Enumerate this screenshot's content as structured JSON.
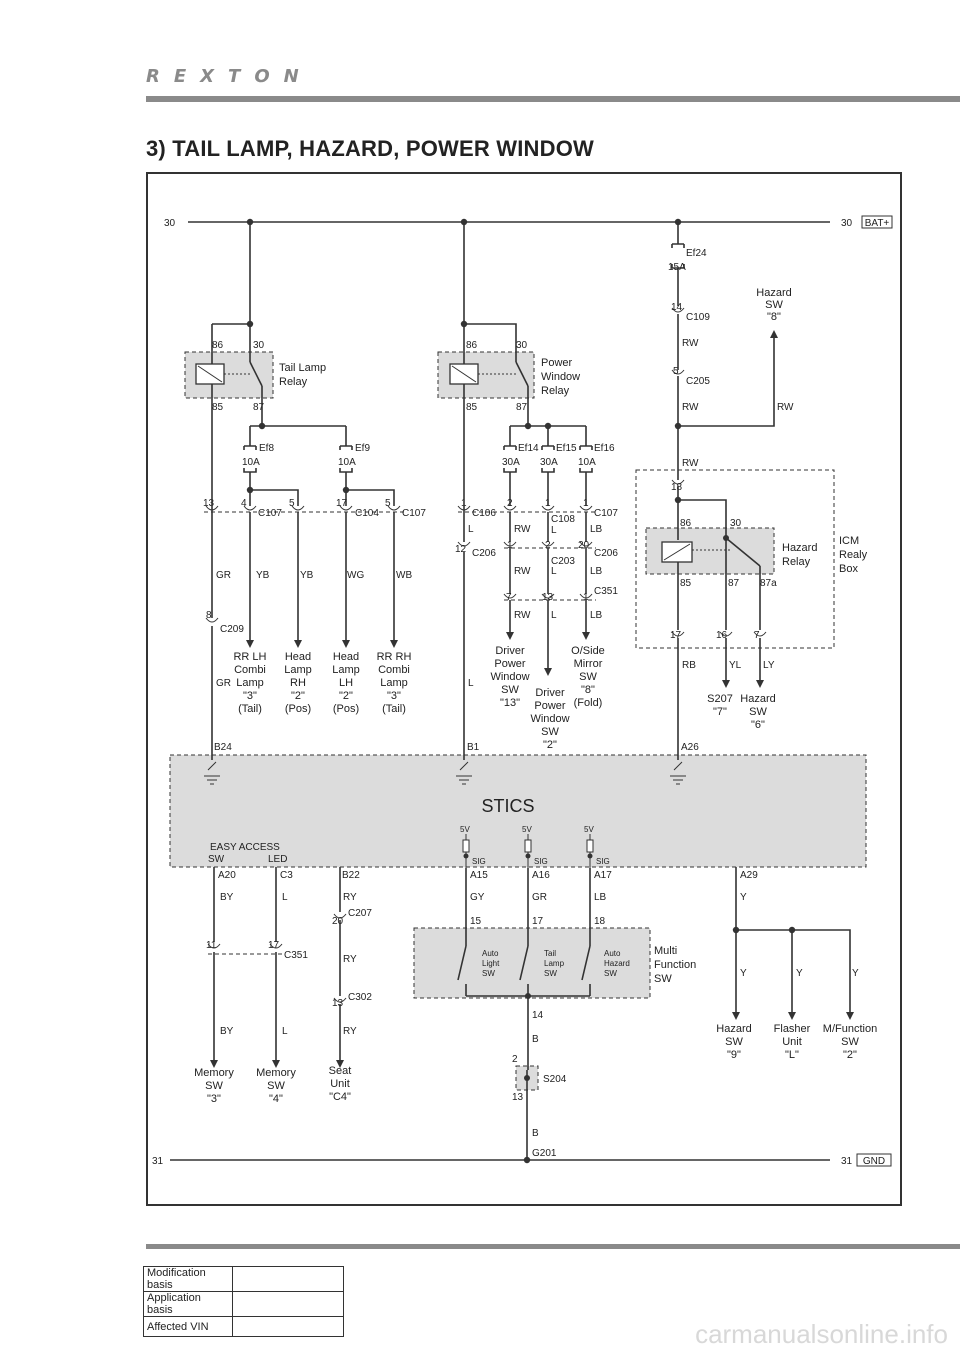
{
  "header": {
    "brand": "REXTON",
    "title": "3) TAIL LAMP, HAZARD, POWER WINDOW"
  },
  "rails": {
    "top_left": "30",
    "top_right": "30",
    "top_tag": "BAT+",
    "bot_left": "31",
    "bot_right": "31",
    "bot_tag": "GND",
    "ground": "G201"
  },
  "tail_relay": {
    "name1": "Tail Lamp",
    "name2": "Relay",
    "p86": "86",
    "p30": "30",
    "p85": "85",
    "p87": "87"
  },
  "pw_relay": {
    "name1": "Power",
    "name2": "Window",
    "name3": "Relay",
    "p86": "86",
    "p30": "30",
    "p85": "85",
    "p87": "87"
  },
  "hazard_relay": {
    "name1": "Hazard",
    "name2": "Relay",
    "p86": "86",
    "p30": "30",
    "p85": "85",
    "p87": "87",
    "p87a": "87a"
  },
  "icm": {
    "l1": "ICM",
    "l2": "Realy",
    "l3": "Box"
  },
  "fuses": {
    "ef8": {
      "name": "Ef8",
      "rating": "10A"
    },
    "ef9": {
      "name": "Ef9",
      "rating": "10A"
    },
    "ef14": {
      "name": "Ef14",
      "rating": "30A"
    },
    "ef15": {
      "name": "Ef15",
      "rating": "30A"
    },
    "ef16": {
      "name": "Ef16",
      "rating": "10A"
    },
    "ef24": {
      "name": "Ef24",
      "rating": "15A"
    }
  },
  "connectors": {
    "c107": "C107",
    "c104": "C104",
    "c209": "C209",
    "c106": "C106",
    "c108": "C108",
    "c206": "C206",
    "c203": "C203",
    "c351": "C351",
    "c109": "C109",
    "c205": "C205",
    "c207": "C207",
    "c302": "C302",
    "s204": "S204",
    "s207": "S207"
  },
  "pins": {
    "p13": "13",
    "p4": "4",
    "p5": "5",
    "p17": "17",
    "p5b": "5",
    "p8": "8",
    "p1": "1",
    "p2": "2",
    "p1b": "1",
    "p1c": "1",
    "p12": "12",
    "p1d": "1",
    "p2b": "2",
    "p20": "20",
    "p7": "7",
    "p13b": "13",
    "p1e": "1",
    "p14": "14",
    "p5c": "5",
    "p18": "18",
    "p17b": "17",
    "p16": "16",
    "p7b": "7",
    "p11": "11",
    "p17c": "17",
    "p20b": "20",
    "p13c": "13",
    "p15": "15",
    "p17d": "17",
    "p18b": "18",
    "p14b": "14",
    "p2c": "2",
    "p13d": "13"
  },
  "wires": {
    "gr": "GR",
    "yb": "YB",
    "yb2": "YB",
    "wg": "WG",
    "wb": "WB",
    "gr2": "GR",
    "l": "L",
    "rw": "RW",
    "l2": "L",
    "lb": "LB",
    "rw2": "RW",
    "l3": "L",
    "lb2": "LB",
    "rw3": "RW",
    "l4": "L",
    "lb3": "LB",
    "l5": "L",
    "rw4": "RW",
    "rw5": "RW",
    "rw6": "RW",
    "rw7": "RW",
    "rb": "RB",
    "yl": "YL",
    "ly": "LY",
    "by": "BY",
    "l6": "L",
    "ry": "RY",
    "gy": "GY",
    "gr3": "GR",
    "lb4": "LB",
    "y": "Y",
    "ry2": "RY",
    "by2": "BY",
    "l7": "L",
    "ry3": "RY",
    "b": "B",
    "b2": "B",
    "y2": "Y",
    "y3": "Y",
    "y4": "Y"
  },
  "loads": {
    "rr_lh": [
      "RR LH",
      "Combi",
      "Lamp",
      "\"3\"",
      "(Tail)"
    ],
    "head_rh": [
      "Head",
      "Lamp",
      "RH",
      "\"2\"",
      "(Pos)"
    ],
    "head_lh": [
      "Head",
      "Lamp",
      "LH",
      "\"2\"",
      "(Pos)"
    ],
    "rr_rh": [
      "RR RH",
      "Combi",
      "Lamp",
      "\"3\"",
      "(Tail)"
    ],
    "drv_pw13": [
      "Driver",
      "Power",
      "Window",
      "SW",
      "\"13\""
    ],
    "drv_pw2": [
      "Driver",
      "Power",
      "Window",
      "SW",
      "\"2\""
    ],
    "oside": [
      "O/Side",
      "Mirror",
      "SW",
      "\"8\"",
      "(Fold)"
    ],
    "hazard8": [
      "Hazard",
      "SW",
      "\"8\""
    ],
    "s207": [
      "S207",
      "\"7\""
    ],
    "hazard6": [
      "Hazard",
      "SW",
      "\"6\""
    ],
    "memory3": [
      "Memory",
      "SW",
      "\"3\""
    ],
    "memory4": [
      "Memory",
      "SW",
      "\"4\""
    ],
    "seat": [
      "Seat",
      "Unit",
      "\"C4\""
    ],
    "hazard9": [
      "Hazard",
      "SW",
      "\"9\""
    ],
    "flasher": [
      "Flasher",
      "Unit",
      "\"L\""
    ],
    "mfunc": [
      "M/Function",
      "SW",
      "\"2\""
    ]
  },
  "stics": {
    "name": "STICS",
    "b24": "B24",
    "b1": "B1",
    "a26": "A26",
    "easy": "EASY  ACCESS",
    "sw": "SW",
    "led": "LED",
    "a20": "A20",
    "c3": "C3",
    "b22": "B22",
    "a15": "A15",
    "a16": "A16",
    "a17": "A17",
    "a29": "A29",
    "v5": "5V",
    "sig": "SIG"
  },
  "mfsw": {
    "name1": "Multi",
    "name2": "Function",
    "name3": "SW",
    "auto_light": [
      "Auto",
      "Light",
      "SW"
    ],
    "tail_lamp": [
      "Tail",
      "Lamp",
      "SW"
    ],
    "auto_hazard": [
      "Auto",
      "Hazard",
      "SW"
    ]
  },
  "mod_table": [
    {
      "key": "Modification basis",
      "value": ""
    },
    {
      "key": "Application basis",
      "value": ""
    },
    {
      "key": "Affected VIN",
      "value": ""
    }
  ],
  "watermark": "carmanualsonline.info"
}
